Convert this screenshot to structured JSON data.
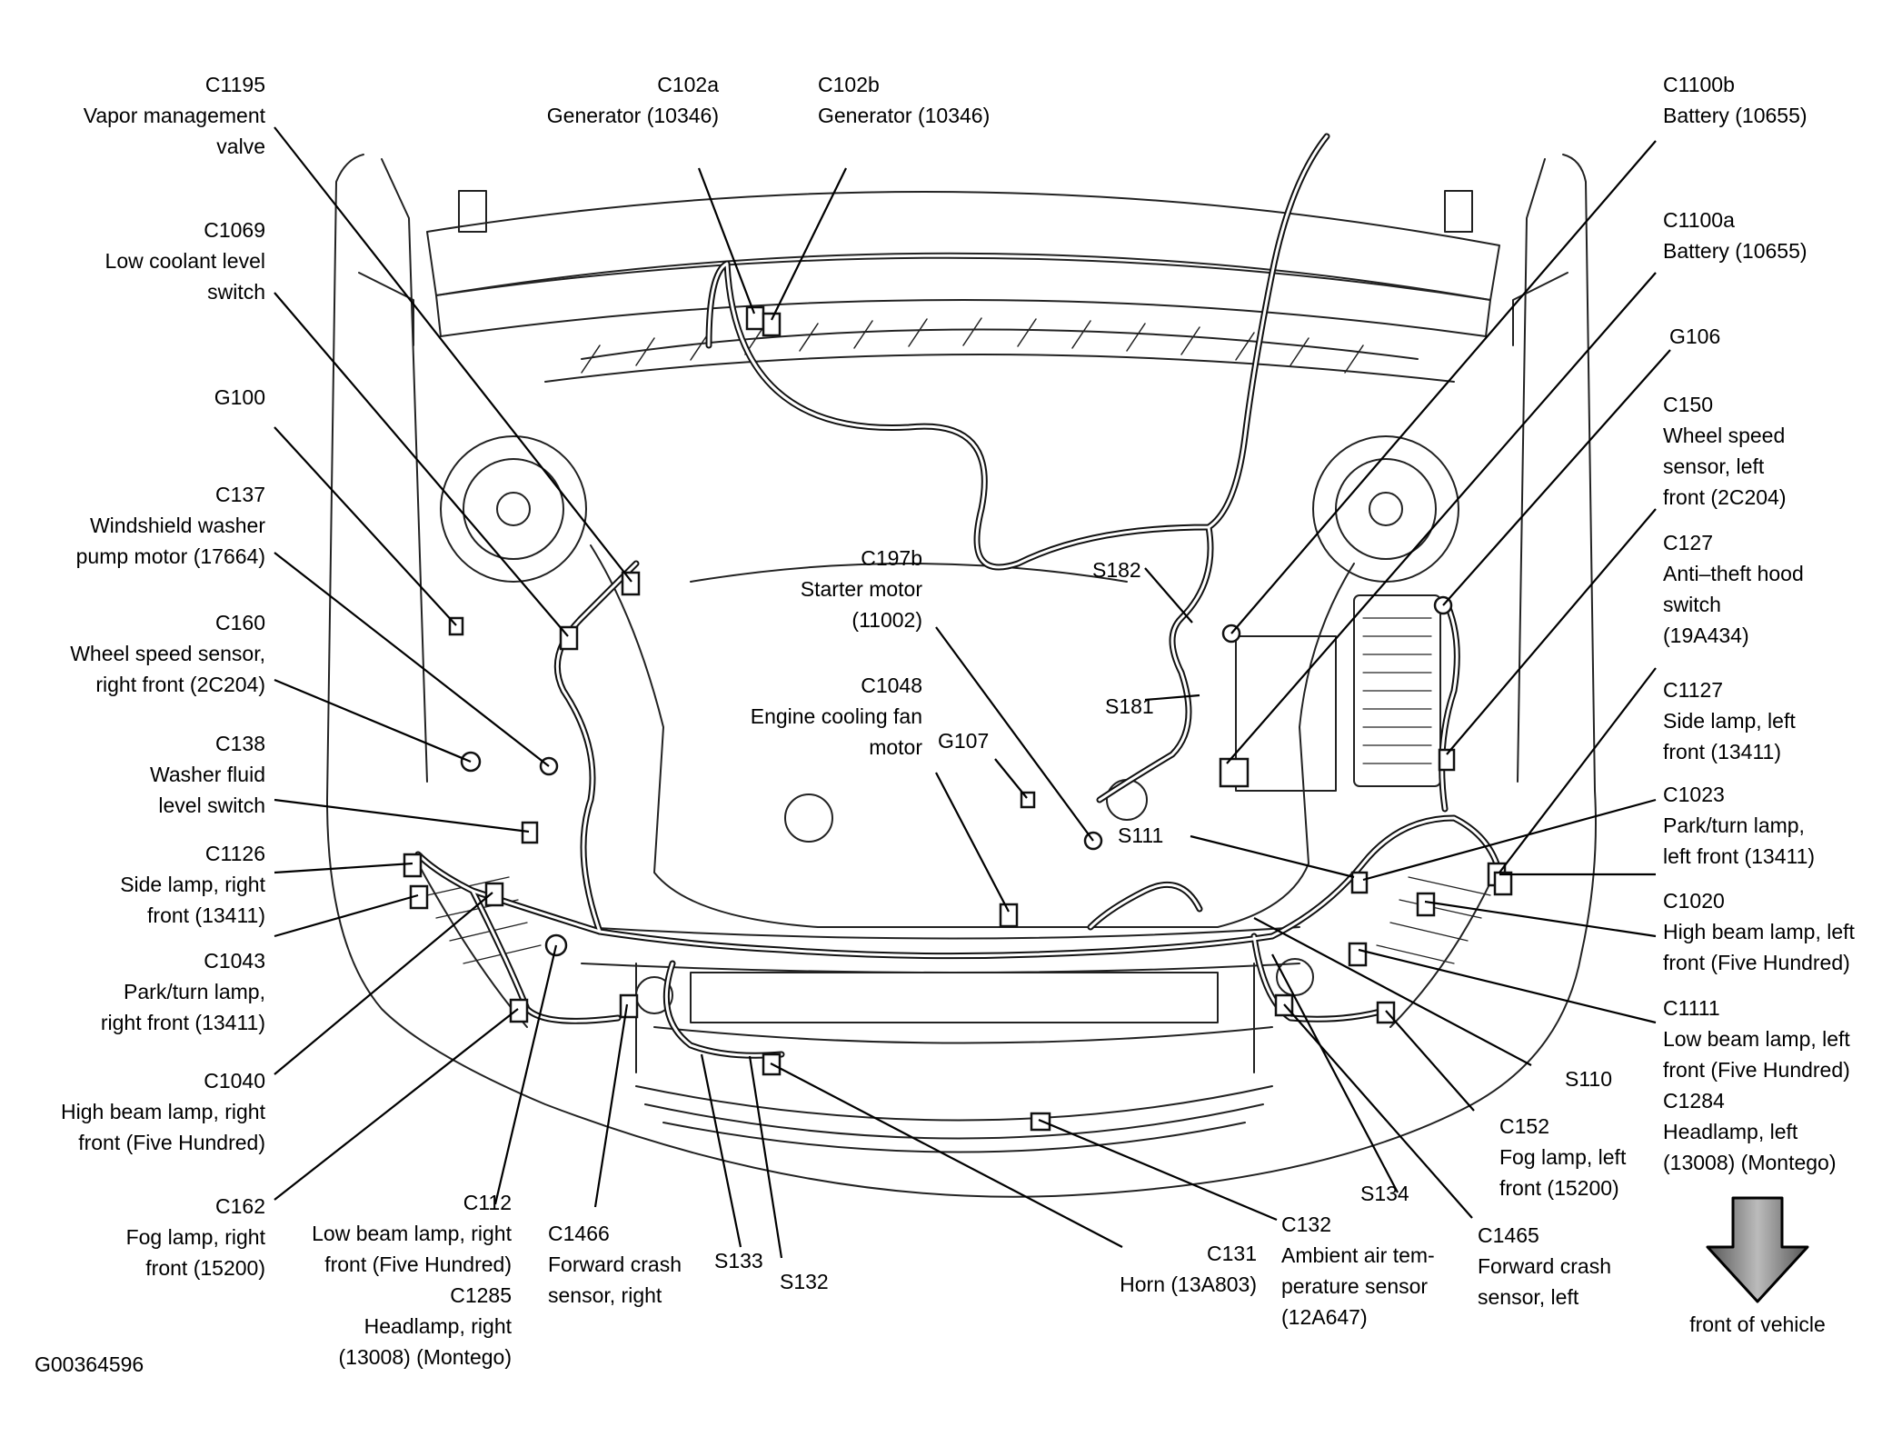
{
  "figure_code": "G00364596",
  "orientation": {
    "text": "front of vehicle",
    "arrow_icon": "down-arrow-icon"
  },
  "callouts": [
    {
      "id": "c1195",
      "lines": [
        "C1195",
        "Vapor management",
        "valve"
      ]
    },
    {
      "id": "c1069",
      "lines": [
        "C1069",
        "Low coolant level",
        "switch"
      ]
    },
    {
      "id": "g100",
      "lines": [
        "G100"
      ]
    },
    {
      "id": "c137",
      "lines": [
        "C137",
        "Windshield washer",
        "pump motor (17664)"
      ]
    },
    {
      "id": "c160",
      "lines": [
        "C160",
        "Wheel speed sensor,",
        "right front (2C204)"
      ]
    },
    {
      "id": "c138",
      "lines": [
        "C138",
        "Washer fluid",
        "level switch"
      ]
    },
    {
      "id": "c1126",
      "lines": [
        "C1126",
        "Side lamp, right",
        "front (13411)"
      ]
    },
    {
      "id": "c1043",
      "lines": [
        "C1043",
        "Park/turn lamp,",
        "right front (13411)"
      ]
    },
    {
      "id": "c1040",
      "lines": [
        "C1040",
        "High beam lamp, right",
        "front (Five Hundred)"
      ]
    },
    {
      "id": "c162",
      "lines": [
        "C162",
        "Fog lamp, right",
        "front (15200)"
      ]
    },
    {
      "id": "c112",
      "lines": [
        "C112",
        "Low beam lamp, right",
        "front (Five Hundred)",
        "C1285",
        "Headlamp, right",
        "(13008) (Montego)"
      ]
    },
    {
      "id": "c1466",
      "lines": [
        "C1466",
        "Forward crash",
        "sensor, right"
      ]
    },
    {
      "id": "s133",
      "lines": [
        "S133"
      ]
    },
    {
      "id": "s132",
      "lines": [
        "S132"
      ]
    },
    {
      "id": "c131",
      "lines": [
        "C131",
        "Horn (13A803)"
      ]
    },
    {
      "id": "c132",
      "lines": [
        "C132",
        "Ambient air tem-",
        "perature sensor",
        "(12A647)"
      ]
    },
    {
      "id": "s134",
      "lines": [
        "S134"
      ]
    },
    {
      "id": "c1465",
      "lines": [
        "C1465",
        "Forward crash",
        "sensor, left"
      ]
    },
    {
      "id": "c152",
      "lines": [
        "C152",
        "Fog lamp, left",
        "front (15200)"
      ]
    },
    {
      "id": "s110",
      "lines": [
        "S110"
      ]
    },
    {
      "id": "c102a",
      "lines": [
        "C102a",
        "Generator (10346)"
      ]
    },
    {
      "id": "c102b",
      "lines": [
        "C102b",
        "Generator (10346)"
      ]
    },
    {
      "id": "c197b",
      "lines": [
        "C197b",
        "Starter motor",
        "(11002)"
      ]
    },
    {
      "id": "c1048",
      "lines": [
        "C1048",
        "Engine cooling fan",
        "motor"
      ]
    },
    {
      "id": "g107",
      "lines": [
        "G107"
      ]
    },
    {
      "id": "s182",
      "lines": [
        "S182"
      ]
    },
    {
      "id": "s181",
      "lines": [
        "S181"
      ]
    },
    {
      "id": "s111",
      "lines": [
        "S111"
      ]
    },
    {
      "id": "c1100b",
      "lines": [
        "C1100b",
        "Battery (10655)"
      ]
    },
    {
      "id": "c1100a",
      "lines": [
        "C1100a",
        "Battery (10655)"
      ]
    },
    {
      "id": "g106",
      "lines": [
        "G106"
      ]
    },
    {
      "id": "c150",
      "lines": [
        "C150",
        "Wheel speed",
        "sensor, left",
        "front (2C204)"
      ]
    },
    {
      "id": "c127",
      "lines": [
        "C127",
        "Anti–theft hood",
        "switch",
        "(19A434)"
      ]
    },
    {
      "id": "c1127",
      "lines": [
        "C1127",
        "Side lamp, left",
        "front (13411)"
      ]
    },
    {
      "id": "c1023",
      "lines": [
        "C1023",
        "Park/turn lamp,",
        "left front (13411)"
      ]
    },
    {
      "id": "c1020",
      "lines": [
        "C1020",
        "High beam lamp, left",
        "front (Five Hundred)"
      ]
    },
    {
      "id": "c1111",
      "lines": [
        "C1111",
        "Low beam lamp, left",
        "front (Five Hundred)",
        "C1284",
        "Headlamp, left",
        "(13008) (Montego)"
      ]
    }
  ]
}
